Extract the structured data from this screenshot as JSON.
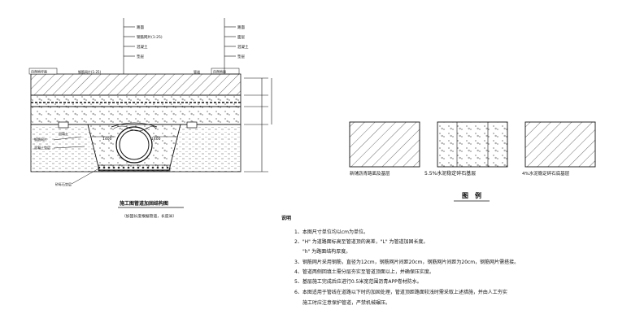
{
  "section": {
    "title": "施工图管道加固结构图",
    "subtitle": "（加固长度根据管道，长度米）",
    "left_labels": [
      "自然地坪面",
      "回填土",
      "钢筋网片",
      "混凝土垫层",
      "砂砾石垫层"
    ],
    "right_labels": [
      "自然地面",
      "管道"
    ],
    "top_labels_left": [
      "路面",
      "钢筋网片(1:25)",
      "混凝土",
      "垫层"
    ],
    "top_labels_right": [
      "路面",
      "面层",
      "混凝土",
      "垫层"
    ],
    "dim_left": "1400",
    "dim_right": "1400",
    "bottom_label": "砂砾石垫层"
  },
  "legend": {
    "heading": "图　例",
    "items": [
      {
        "label": "新铺沥青路面及基层",
        "pattern": "hatch"
      },
      {
        "label": "5.5%水泥稳定碎石基层",
        "pattern": "concrete"
      },
      {
        "label": "4%水泥稳定碎石底基层",
        "pattern": "hatch"
      }
    ]
  },
  "notes": {
    "title": "说明",
    "lines": [
      "1、本图尺寸单位均以cm为单位。",
      "2、\"H\" 为道路面标高至管道顶的高差，\"L\" 为管道加固长度。",
      "\"h\" 为路面结构厚度。",
      "3、钢筋网片采用钢筋，直径为12cm，钢筋网片间距20cm，钢筋网片间距为20cm，钢筋网片需搭接。",
      "4、管道两侧回填土需分层夯实至管道顶面以上，并确保压实度。",
      "5、基层施工完成后应进行0.5米宽范围沥青APP卷材防水。",
      "6、本图适用于管线在道路以下时的加固处理，管道顶距路面较浅时需采取上述措施，并由人工夯实",
      "施工时应注意保护管道，严禁机械碾压。"
    ]
  }
}
